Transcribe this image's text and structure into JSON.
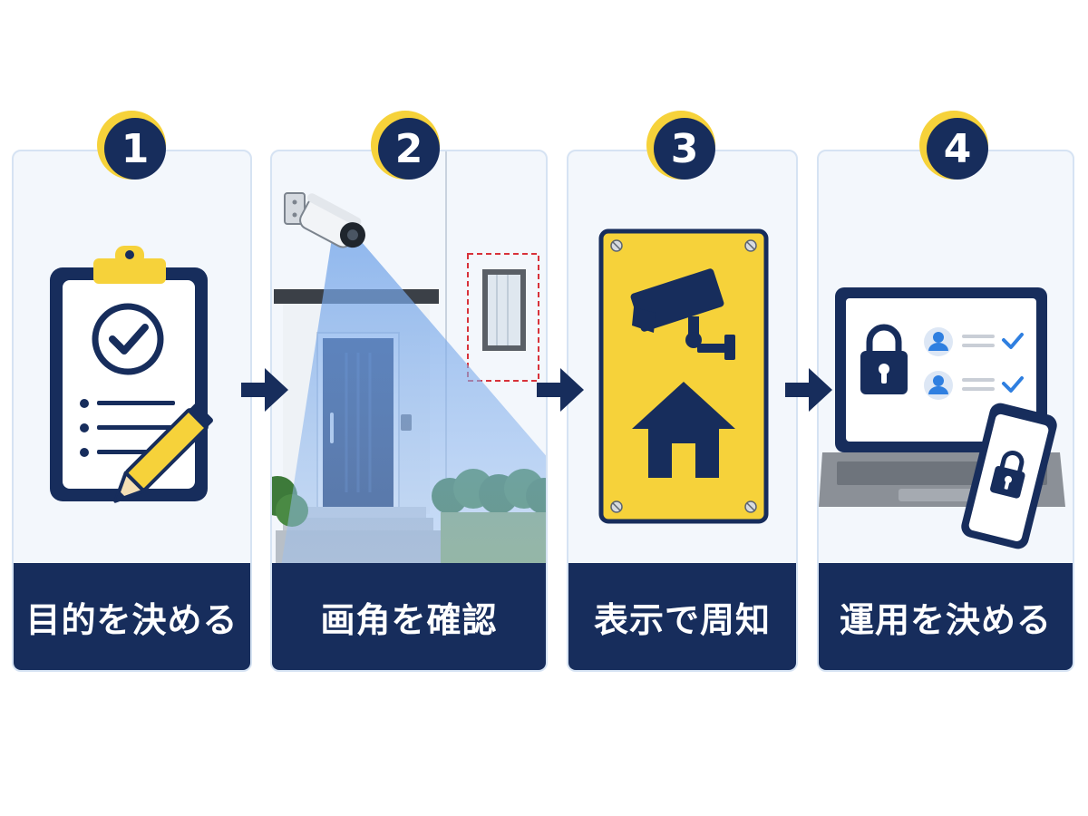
{
  "steps": [
    {
      "number": "1",
      "label": "目的を決める",
      "icon": "clipboard-check-icon"
    },
    {
      "number": "2",
      "label": "画角を確認",
      "icon": "camera-view-icon"
    },
    {
      "number": "3",
      "label": "表示で周知",
      "icon": "cctv-sign-icon"
    },
    {
      "number": "4",
      "label": "運用を決める",
      "icon": "secure-access-icon"
    }
  ],
  "colors": {
    "navy": "#172d5c",
    "yellow": "#f6d23a",
    "card_bg": "#f3f7fc",
    "card_border": "#d6e3f3",
    "check_blue": "#2f7fe0"
  }
}
